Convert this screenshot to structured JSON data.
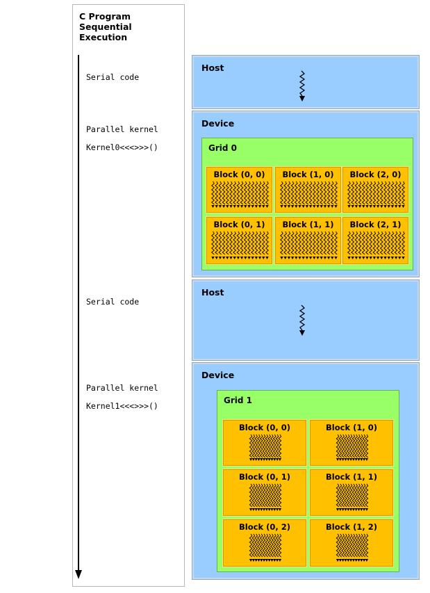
{
  "timeline": {
    "title_lines": [
      "C Program",
      "Sequential",
      "Execution"
    ]
  },
  "code_labels": {
    "serial1": "Serial code",
    "parallel1_line1": "Parallel kernel",
    "parallel1_line2": "Kernel0<<<>>>()",
    "serial2": "Serial code",
    "parallel2_line1": "Parallel kernel",
    "parallel2_line2": "Kernel1<<<>>>()"
  },
  "host1": {
    "title": "Host"
  },
  "device1": {
    "title": "Device",
    "grid": {
      "title": "Grid 0",
      "blocks": [
        "Block (0, 0)",
        "Block (1, 0)",
        "Block (2, 0)",
        "Block (0, 1)",
        "Block (1, 1)",
        "Block (2, 1)"
      ]
    }
  },
  "host2": {
    "title": "Host"
  },
  "device2": {
    "title": "Device",
    "grid": {
      "title": "Grid 1",
      "blocks": [
        "Block (0, 0)",
        "Block (1, 0)",
        "Block (0, 1)",
        "Block (1, 1)",
        "Block (0, 2)",
        "Block (1, 2)"
      ]
    }
  },
  "colors": {
    "host_device_fill": "#99ccff",
    "grid_fill": "#99ff66",
    "block_fill": "#ffc000",
    "thread_arrow": "#000000"
  },
  "icons": {
    "timeline": "down-arrow-icon",
    "host_thread": "wavy-down-arrow-icon",
    "block_threads": "wavy-thread-arrows-icon"
  }
}
